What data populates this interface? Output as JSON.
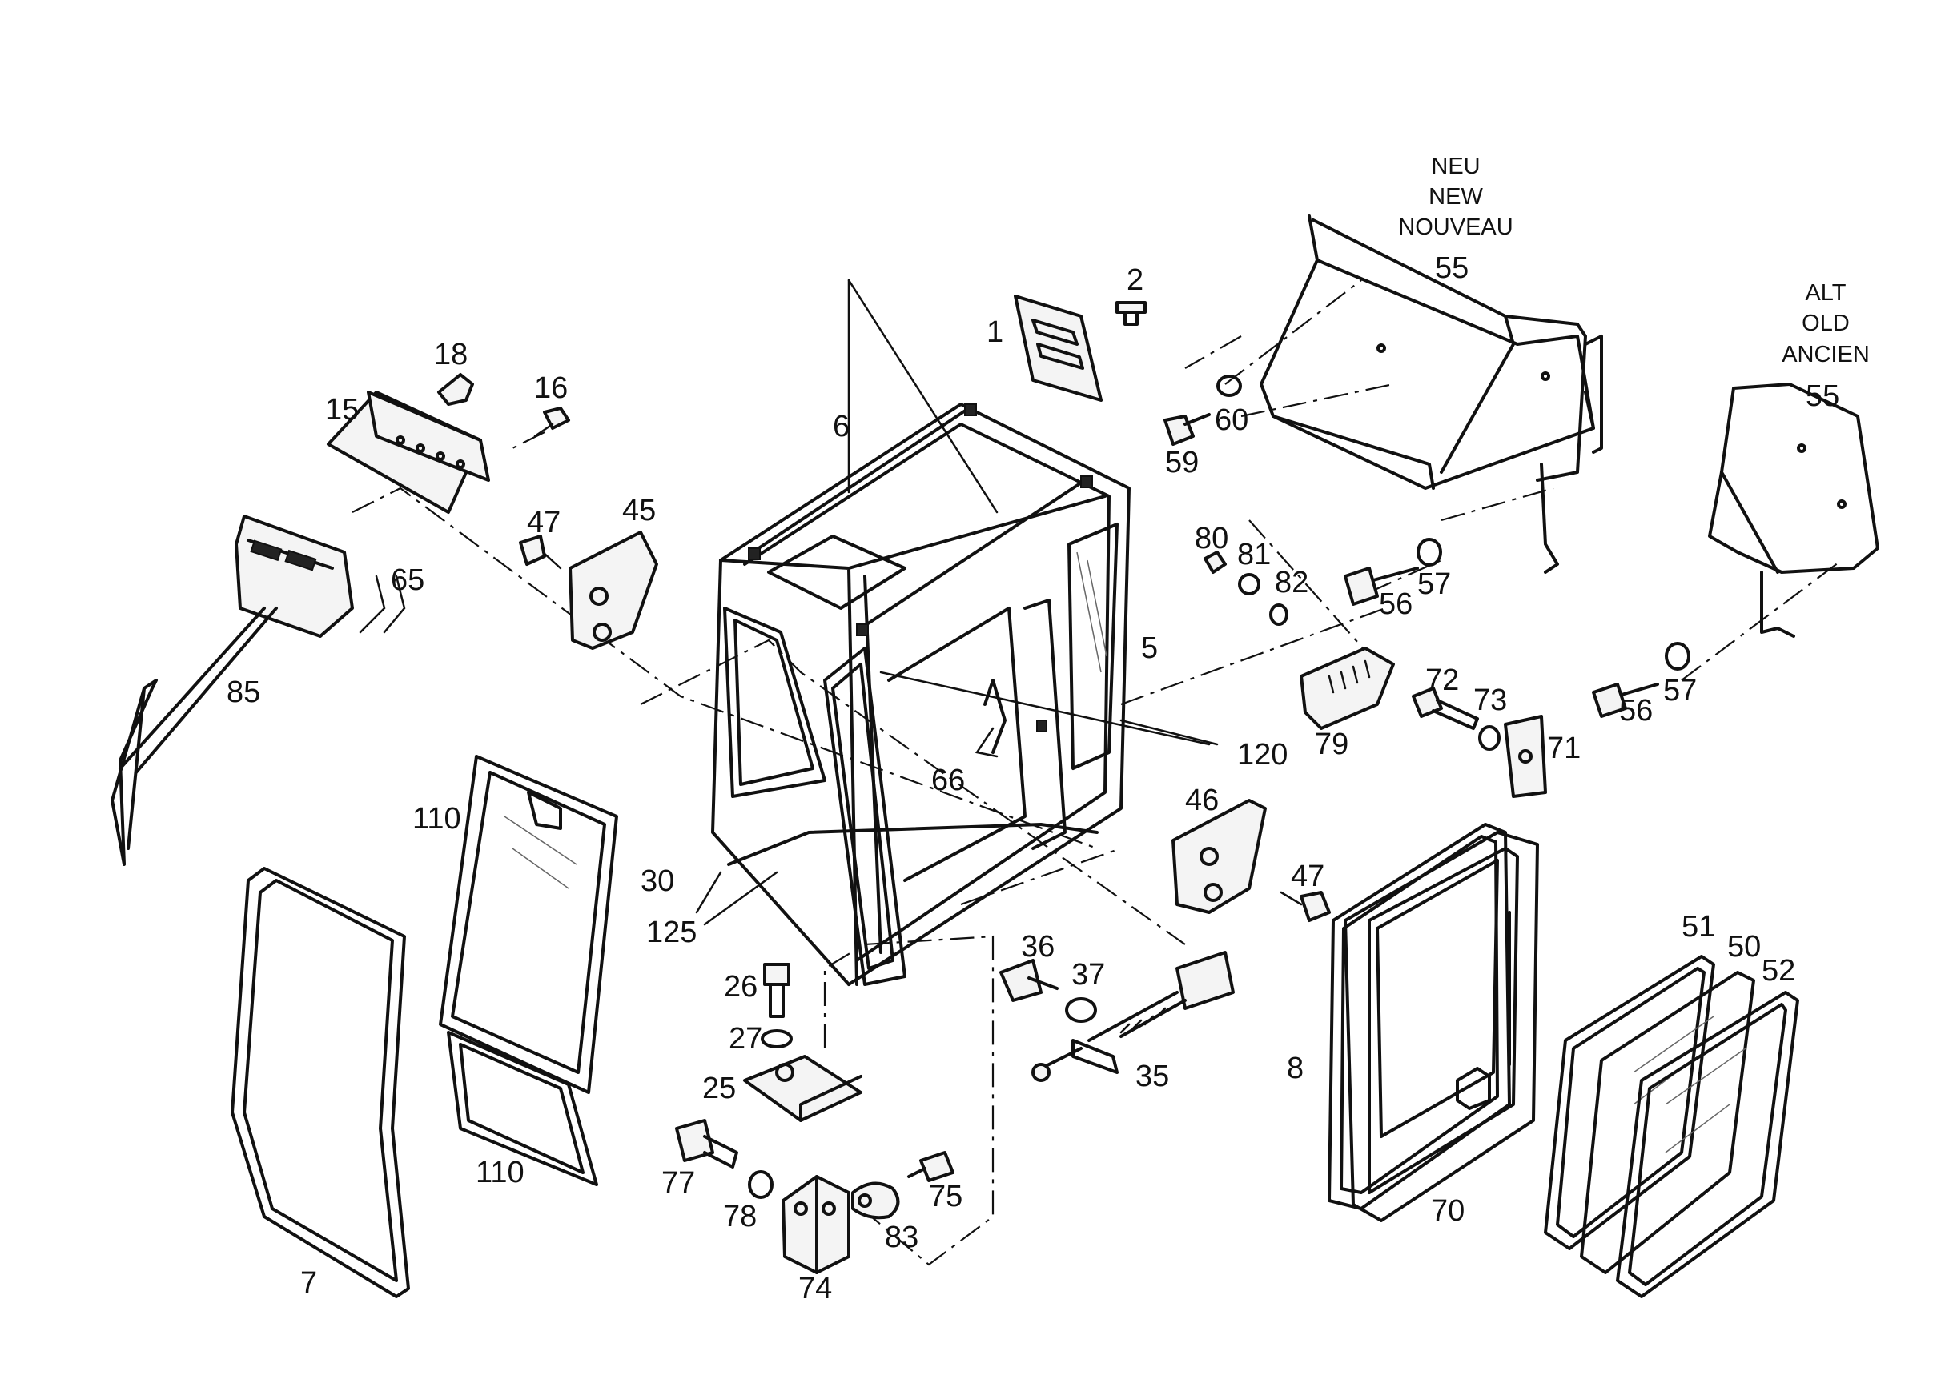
{
  "diagram": {
    "parts": {
      "p1": "1",
      "p2": "2",
      "p5": "5",
      "p6": "6",
      "p7": "7",
      "p8": "8",
      "p15": "15",
      "p16": "16",
      "p18": "18",
      "p25": "25",
      "p26": "26",
      "p27": "27",
      "p30": "30",
      "p35": "35",
      "p36": "36",
      "p37": "37",
      "p45": "45",
      "p46": "46",
      "p47a": "47",
      "p47b": "47",
      "p50": "50",
      "p51": "51",
      "p52": "52",
      "p55a": "55",
      "p55b": "55",
      "p56a": "56",
      "p56b": "56",
      "p57a": "57",
      "p57b": "57",
      "p59": "59",
      "p60": "60",
      "p65": "65",
      "p66": "66",
      "p70": "70",
      "p71": "71",
      "p72": "72",
      "p73": "73",
      "p74": "74",
      "p75": "75",
      "p77": "77",
      "p78": "78",
      "p79": "79",
      "p80": "80",
      "p81": "81",
      "p82": "82",
      "p83": "83",
      "p85": "85",
      "p110a": "110",
      "p110b": "110",
      "p120": "120",
      "p125": "125"
    },
    "variant_new": [
      "NEU",
      "NEW",
      "NOUVEAU"
    ],
    "variant_old": [
      "ALT",
      "OLD",
      "ANCIEN"
    ]
  }
}
